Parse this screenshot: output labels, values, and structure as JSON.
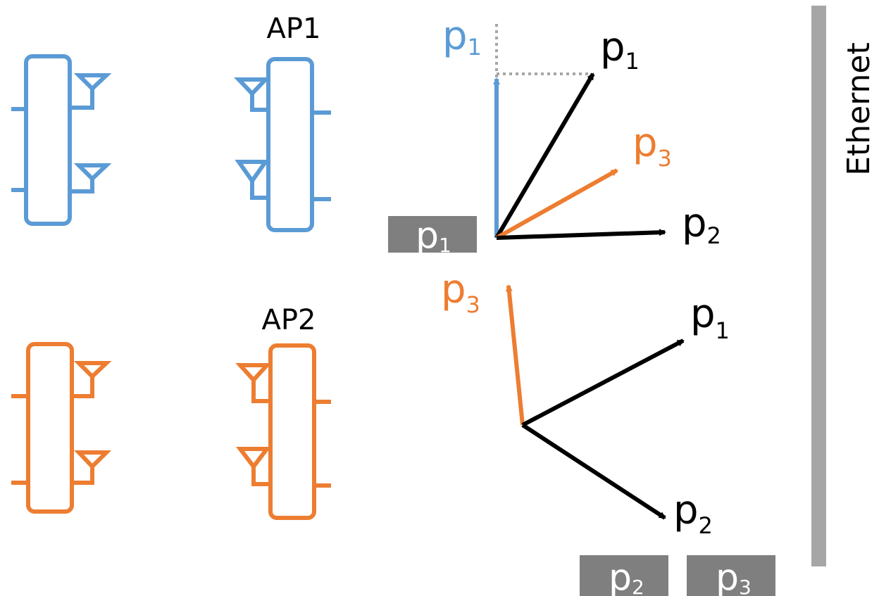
{
  "colors": {
    "blue": "#5B9BD5",
    "orange": "#ED7D31",
    "black": "#000000",
    "gray_box": "#7F7F7F",
    "ethernet_bar": "#A6A6A6",
    "dotted": "#A6A6A6",
    "white": "#FFFFFF"
  },
  "ap1": {
    "label": "AP1"
  },
  "ap2": {
    "label": "AP2"
  },
  "ethernet": {
    "label": "Ethernet"
  },
  "vectors_top": {
    "blue_p": {
      "base": "p",
      "sub": "1"
    },
    "black_p1": {
      "base": "p",
      "sub": "1"
    },
    "orange_p3": {
      "base": "p",
      "sub": "3"
    },
    "black_p2": {
      "base": "p",
      "sub": "2"
    }
  },
  "vectors_bottom": {
    "orange_p3": {
      "base": "p",
      "sub": "3"
    },
    "black_p1": {
      "base": "p",
      "sub": "1"
    },
    "black_p2": {
      "base": "p",
      "sub": "2"
    }
  },
  "boxes": {
    "box1": {
      "base": "p",
      "sub": "1"
    },
    "box2": {
      "base": "p",
      "sub": "2"
    },
    "box3": {
      "base": "p",
      "sub": "3"
    }
  }
}
